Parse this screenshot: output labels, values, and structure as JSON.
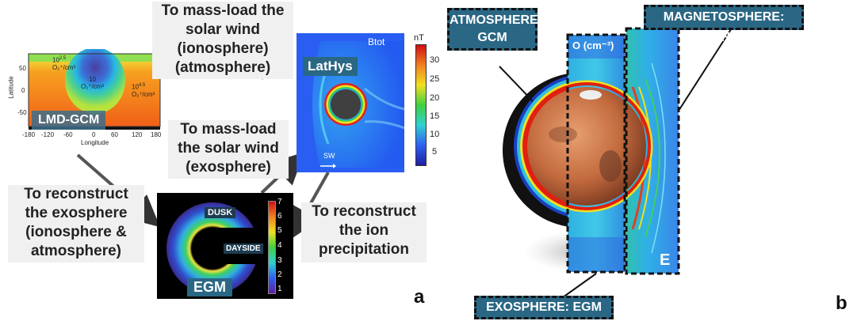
{
  "panel_a": {
    "letter": "a",
    "boxes": {
      "top": [
        "To mass-load the",
        "solar wind",
        "(ionosphere)",
        "(atmosphere)"
      ],
      "mid": [
        "To mass-load",
        "the solar wind",
        "(exosphere)"
      ],
      "left": [
        "To reconstruct",
        "the exosphere",
        "(ionosphere &",
        "atmosphere)"
      ],
      "right": [
        "To reconstruct",
        "the ion",
        "precipitation"
      ]
    },
    "gcm_map": {
      "label": "LMD-GCM",
      "ylabel": "Latitude",
      "xlabel": "Longitude",
      "yticks": [
        "50",
        "0",
        "-50"
      ],
      "xticks": [
        "-180",
        "-120",
        "-60",
        "0",
        "60",
        "120",
        "180"
      ],
      "annotations": [
        {
          "value": "10",
          "exp": "2.5",
          "unit": "O₂⁺/cm³"
        },
        {
          "value": "10",
          "exp": "",
          "unit": "O₂⁺/cm³"
        },
        {
          "value": "10",
          "exp": "4.5",
          "unit": "O₂⁺/cm³"
        }
      ]
    },
    "lathys": {
      "title": "Btot",
      "label": "LatHys",
      "sw_label": "SW",
      "unit": "nT",
      "ticks": [
        "30",
        "25",
        "20",
        "15",
        "10",
        "5"
      ]
    },
    "egm": {
      "label": "EGM",
      "dusk": "DUSK",
      "dayside": "DAYSIDE",
      "ticks": [
        "7",
        "6",
        "5",
        "4",
        "3",
        "2",
        "1"
      ]
    }
  },
  "panel_b": {
    "letter": "b",
    "atmosphere": [
      "ATMOSPHERE:",
      "GCM"
    ],
    "magnetosphere": "MAGNETOSPHERE: LatHyS",
    "exosphere": "EXOSPHERE: EGM",
    "o_label": "O (cm⁻³)",
    "e_label": "E"
  },
  "colors": {
    "label_bg": "#2a6784",
    "box_bg": "#f0f0f0"
  }
}
